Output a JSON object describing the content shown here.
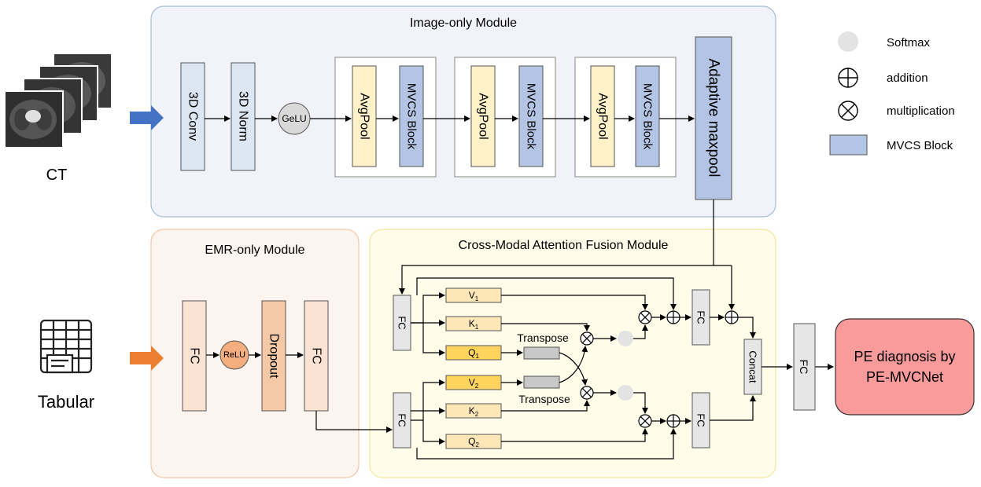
{
  "modules": {
    "image": "Image-only Module",
    "emr": "EMR-only Module",
    "fusion": "Cross-Modal Attention Fusion Module"
  },
  "inputs": {
    "ct": "CT",
    "tabular": "Tabular"
  },
  "image_blocks": {
    "conv": "3D Conv",
    "norm": "3D Norm",
    "gelu": "GeLU",
    "avgpool": "AvgPool",
    "mvcs": "MVCS Block",
    "maxpool": "Adaptive maxpool"
  },
  "emr_blocks": {
    "fc": "FC",
    "relu": "ReLU",
    "dropout": "Dropout"
  },
  "fusion_blocks": {
    "fc": "FC",
    "v1": "V",
    "v1_sub": "1",
    "k1": "K",
    "k1_sub": "1",
    "q1": "Q",
    "q1_sub": "1",
    "v2": "V",
    "v2_sub": "2",
    "k2": "K",
    "k2_sub": "2",
    "q2": "Q",
    "q2_sub": "2",
    "transpose": "Transpose",
    "concat": "Concat"
  },
  "final_fc": "FC",
  "output": {
    "line1": "PE diagnosis by",
    "line2": "PE-MVCNet"
  },
  "legend": {
    "softmax": "Softmax",
    "addition": "addition",
    "multiplication": "multiplication",
    "mvcs": "MVCS Block"
  },
  "colors": {
    "image_bg": "#f1f3f8",
    "image_border": "#a8bcd8",
    "emr_bg": "#fcf4ee",
    "emr_border": "#f0c8a8",
    "fusion_bg": "#fffdea",
    "fusion_border": "#f3e6a0",
    "conv_fill": "#dde6f3",
    "avgpool_fill": "#fff2c8",
    "mvcs_fill": "#b4c4e4",
    "emr_fc_fill": "#fbe3d3",
    "relu_fill": "#f4ad7e",
    "dropout_fill": "#f5c9a6",
    "v_fill": "#fde6b8",
    "q_fill": "#ffd45e",
    "gray_fill": "#e6e6e6",
    "output_fill": "#f99b9b",
    "arrow_blue": "#4472c4",
    "arrow_orange": "#ed7d31"
  }
}
